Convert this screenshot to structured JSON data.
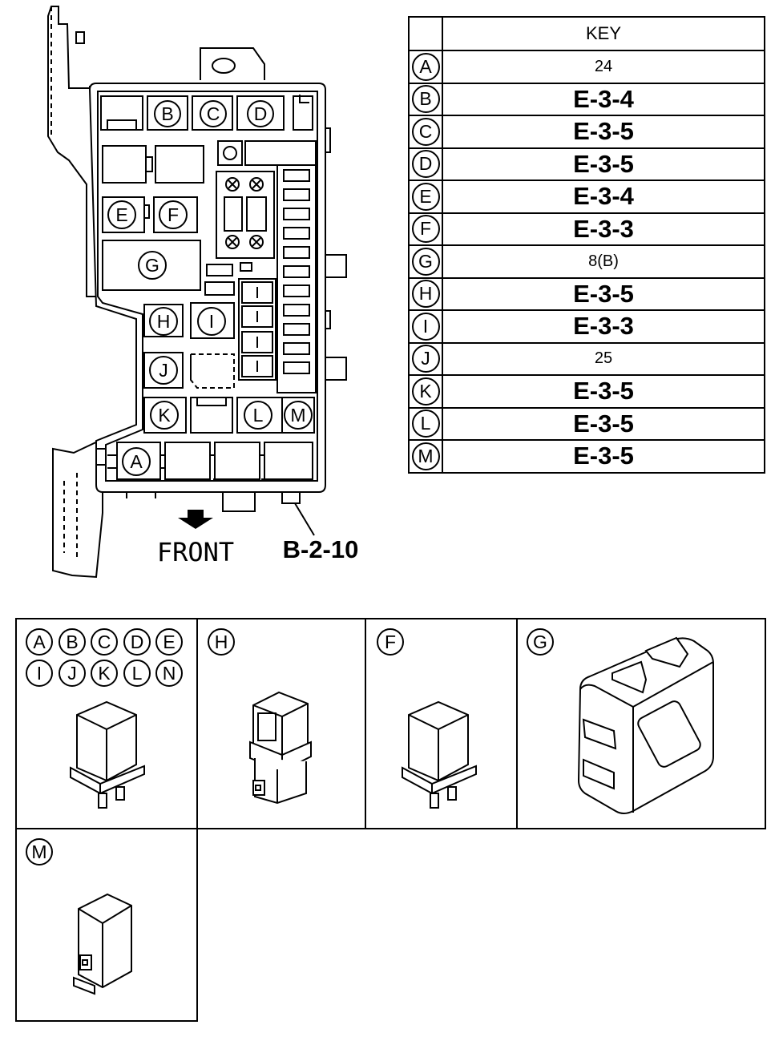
{
  "key_table": {
    "header": "KEY",
    "rows": [
      {
        "letter": "A",
        "value": "24",
        "bold": false
      },
      {
        "letter": "B",
        "value": "E-3-4",
        "bold": true
      },
      {
        "letter": "C",
        "value": "E-3-5",
        "bold": true
      },
      {
        "letter": "D",
        "value": "E-3-5",
        "bold": true
      },
      {
        "letter": "E",
        "value": "E-3-4",
        "bold": true
      },
      {
        "letter": "F",
        "value": "E-3-3",
        "bold": true
      },
      {
        "letter": "G",
        "value": "8(B)",
        "bold": false
      },
      {
        "letter": "H",
        "value": "E-3-5",
        "bold": true
      },
      {
        "letter": "I",
        "value": "E-3-3",
        "bold": true
      },
      {
        "letter": "J",
        "value": "25",
        "bold": false
      },
      {
        "letter": "K",
        "value": "E-3-5",
        "bold": true
      },
      {
        "letter": "L",
        "value": "E-3-5",
        "bold": true
      },
      {
        "letter": "M",
        "value": "E-3-5",
        "bold": true
      }
    ]
  },
  "fuse_box": {
    "direction_label": "FRONT",
    "reference": "B-2-10",
    "positions": {
      "A": "A",
      "B": "B",
      "C": "C",
      "D": "D",
      "E": "E",
      "F": "F",
      "G": "G",
      "H": "H",
      "I": "I",
      "J": "J",
      "K": "K",
      "L": "L",
      "M": "M"
    }
  },
  "relay_panels": {
    "standard": {
      "letters": [
        "A",
        "B",
        "C",
        "D",
        "E",
        "I",
        "J",
        "K",
        "L",
        "N"
      ]
    },
    "h": {
      "letter": "H"
    },
    "f": {
      "letter": "F"
    },
    "g": {
      "letter": "G"
    },
    "m": {
      "letter": "M"
    }
  }
}
